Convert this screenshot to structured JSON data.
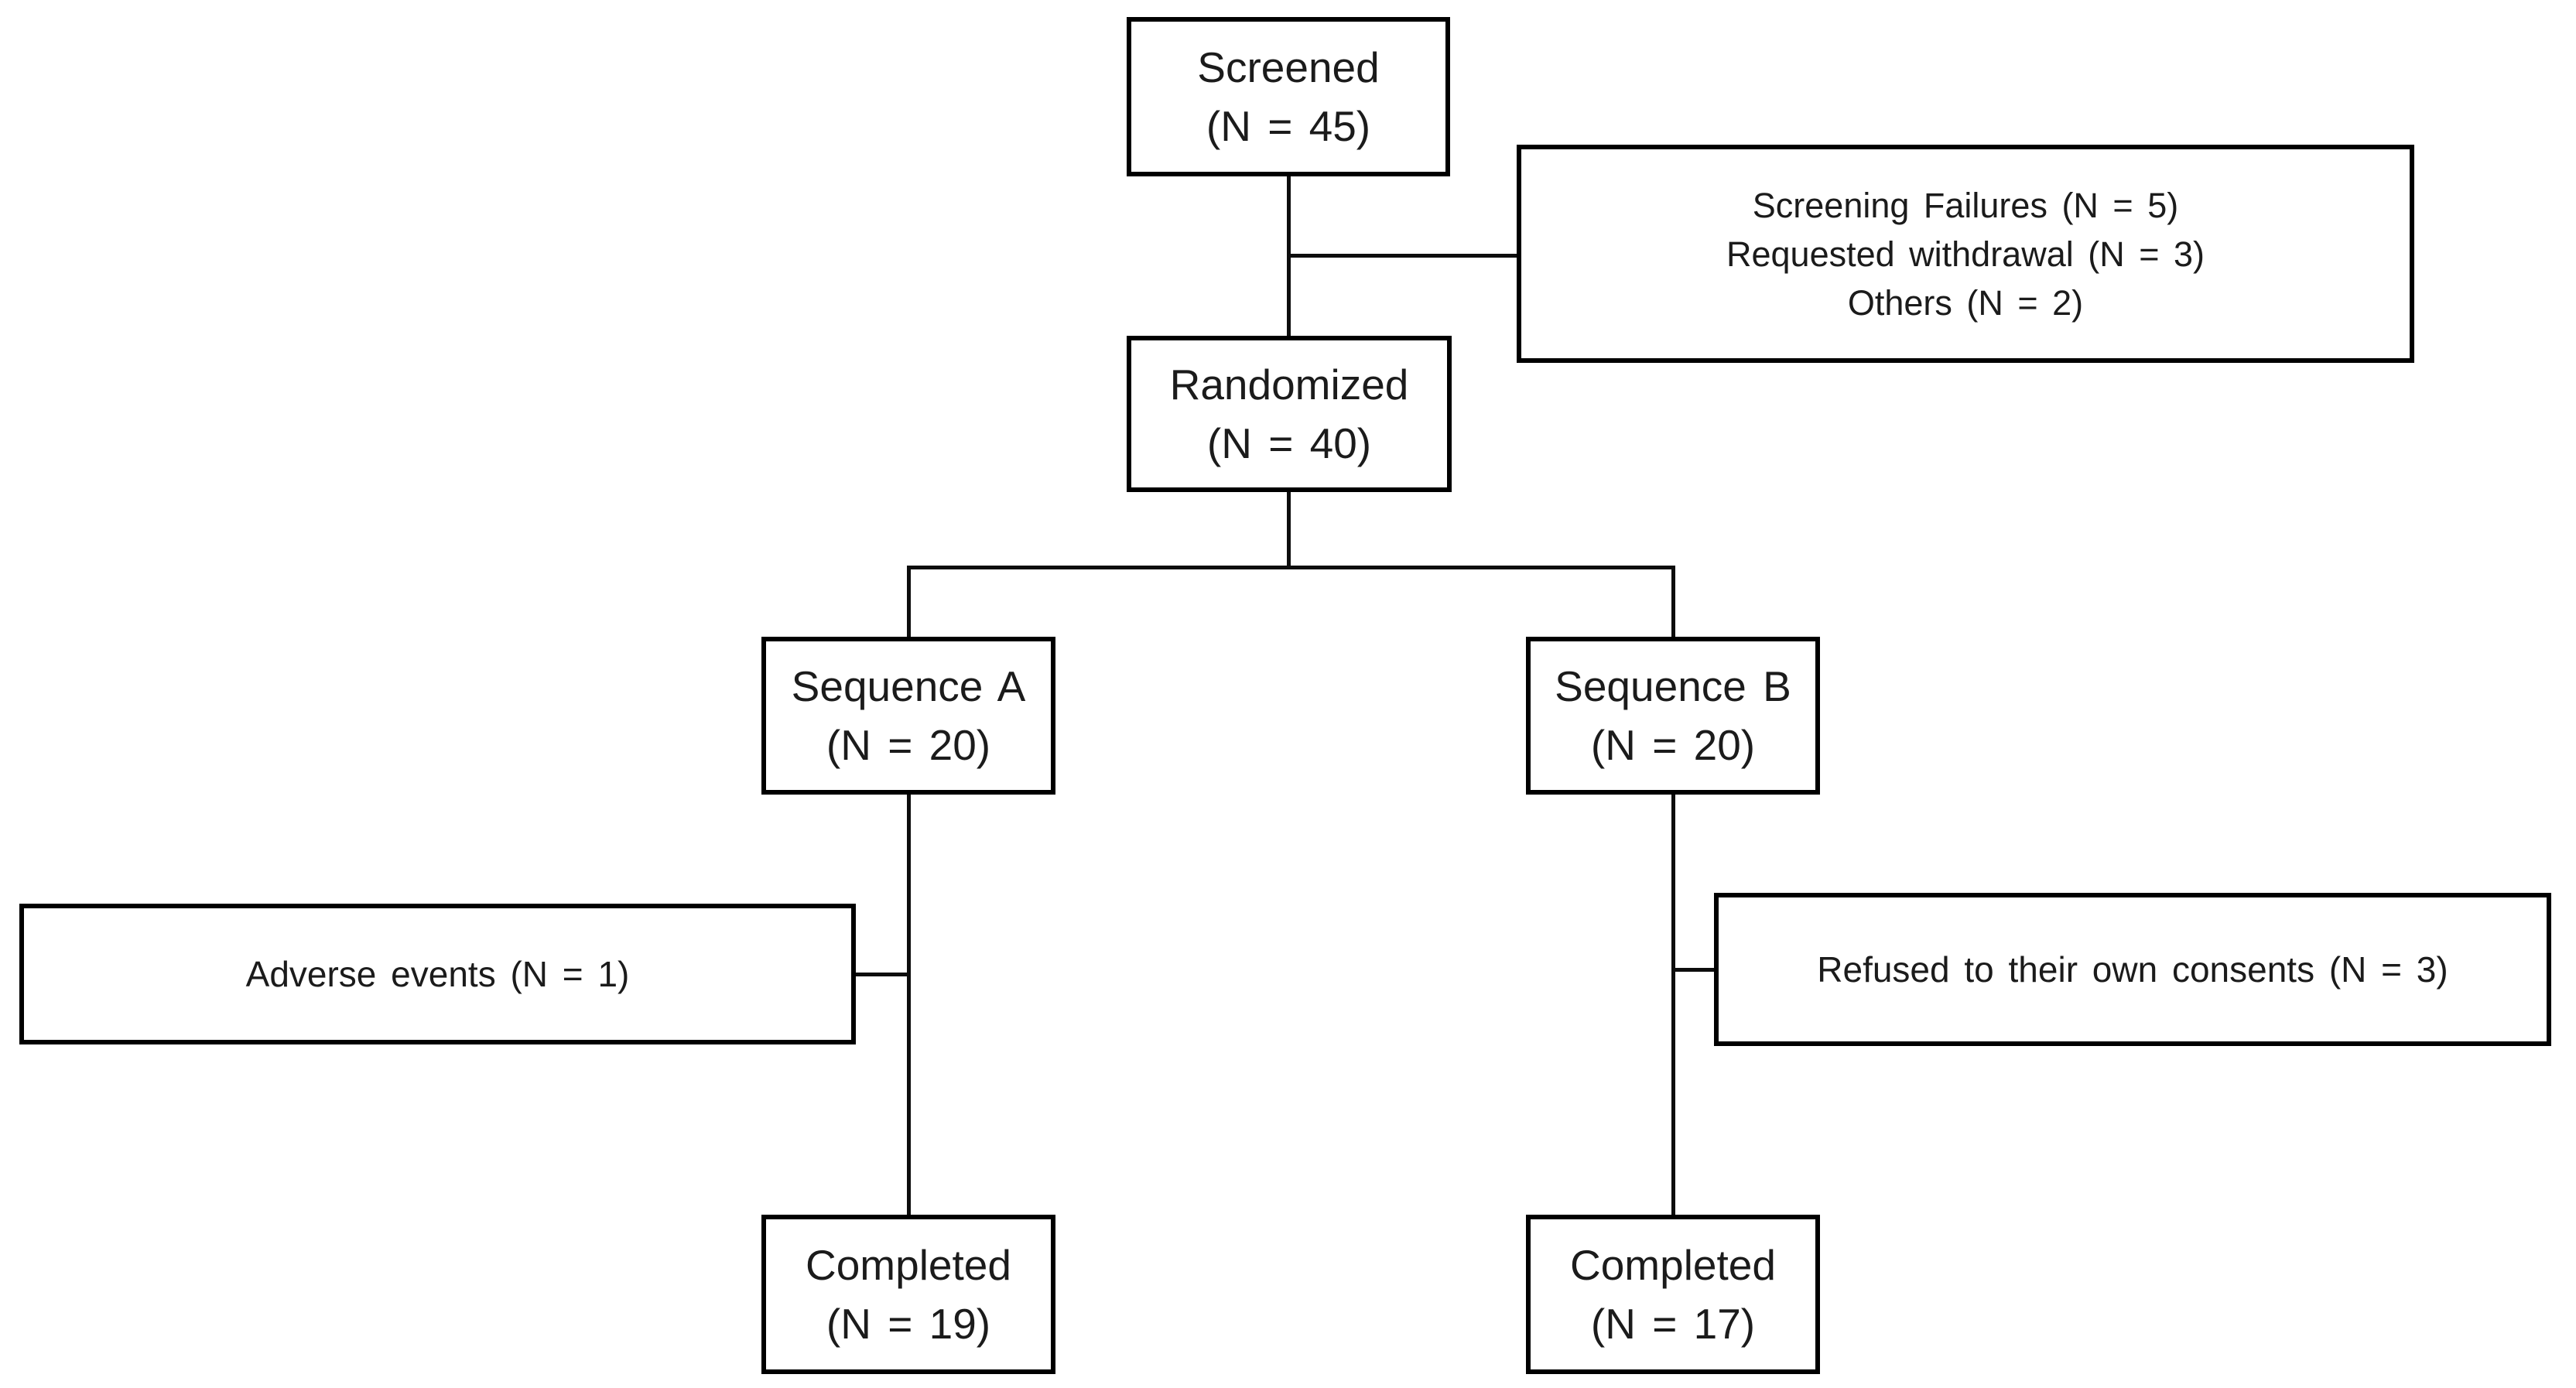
{
  "flowchart": {
    "screened": {
      "label": "Screened",
      "count": "(N = 45)"
    },
    "screening_failures": {
      "line1": "Screening Failures (N = 5)",
      "line2": "Requested withdrawal (N = 3)",
      "line3": "Others (N = 2)"
    },
    "randomized": {
      "label": "Randomized",
      "count": "(N = 40)"
    },
    "sequence_a": {
      "label": "Sequence A",
      "count": "(N = 20)"
    },
    "sequence_b": {
      "label": "Sequence B",
      "count": "(N = 20)"
    },
    "adverse_events": {
      "label": "Adverse events (N = 1)"
    },
    "refused_consents": {
      "label": "Refused to their own consents (N = 3)"
    },
    "completed_a": {
      "label": "Completed",
      "count": "(N = 19)"
    },
    "completed_b": {
      "label": "Completed",
      "count": "(N = 17)"
    }
  },
  "colors": {
    "background": "#ffffff",
    "box_border": "#000000",
    "connector": "#0d0d0d",
    "text": "#1b1b1b"
  }
}
